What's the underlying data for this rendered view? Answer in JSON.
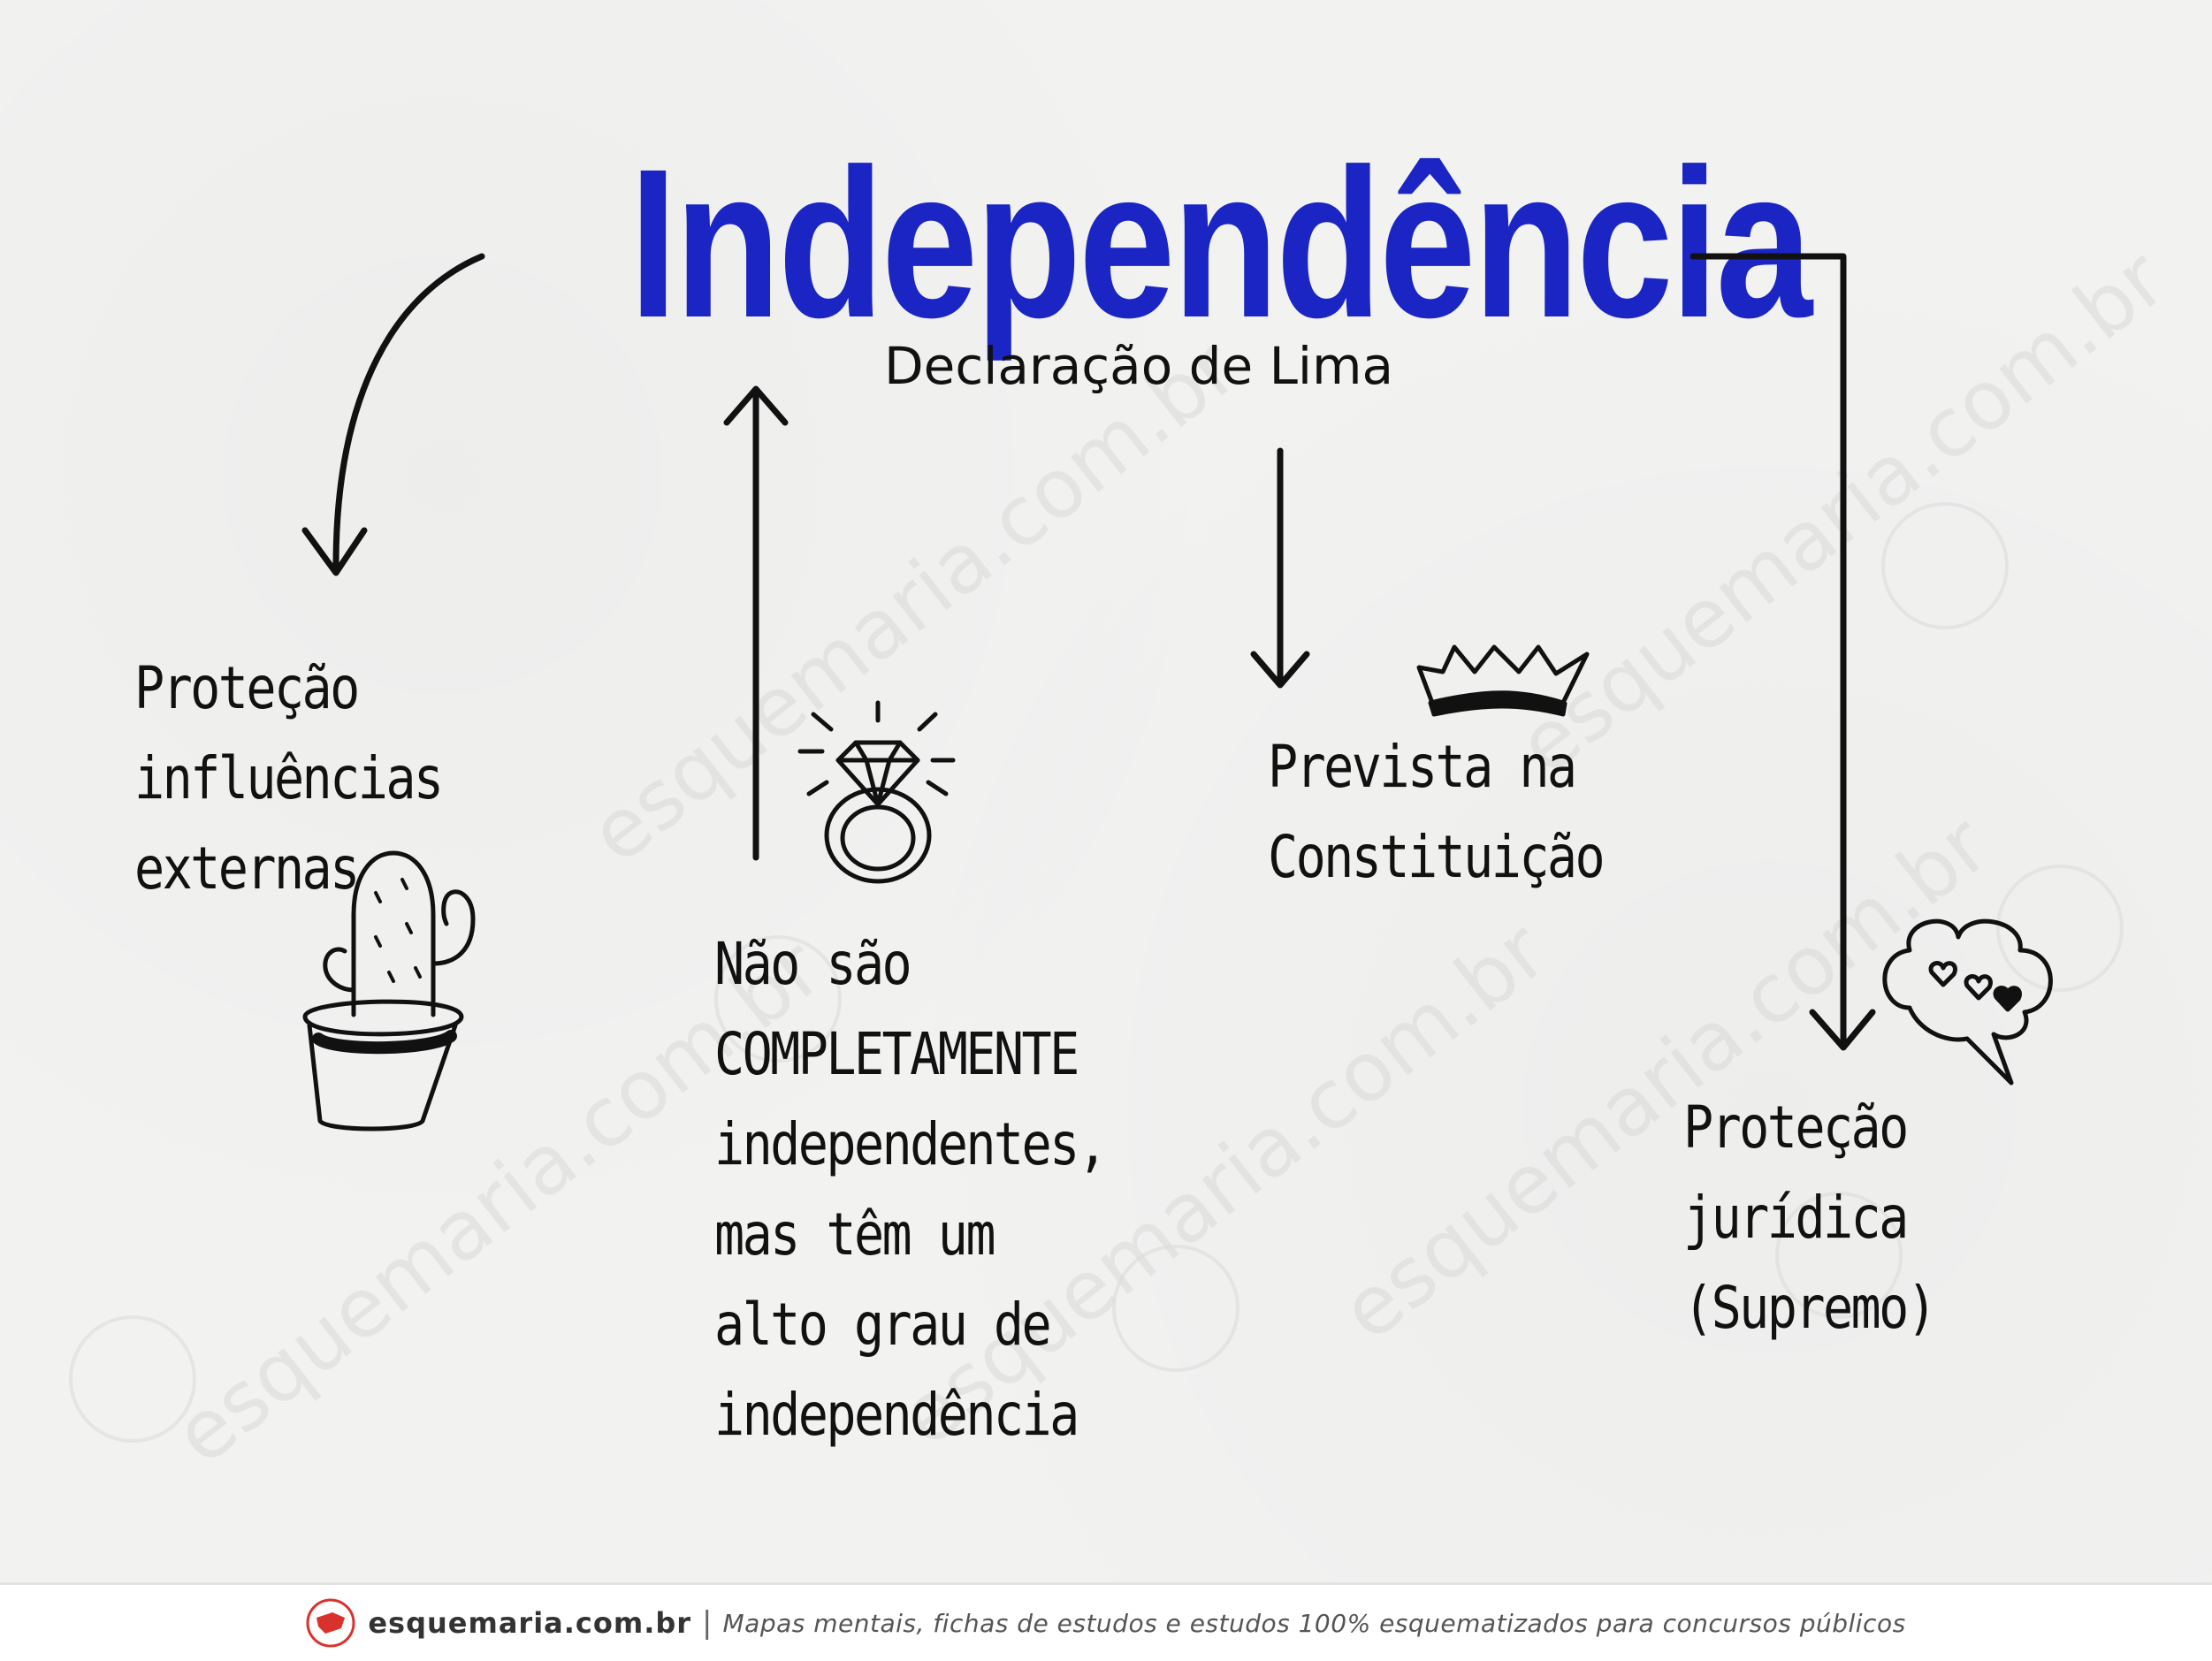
{
  "title": "Independência",
  "subtitle": "Declaração de Lima",
  "notes": {
    "protecao_influencias": [
      "Proteção",
      "influências",
      "externas"
    ],
    "nao_sao": [
      "Não são",
      "COMPLETAMENTE",
      "independentes,",
      "mas têm um",
      "alto grau de",
      "independência"
    ],
    "prevista": [
      "Prevista na",
      "Constituição"
    ],
    "protecao_juridica": [
      "Proteção",
      "jurídica",
      "(Supremo)"
    ]
  },
  "watermark": "esquemaria.com.br",
  "icons": [
    "cactus-icon",
    "diamond-ring-icon",
    "crown-icon",
    "heart-speech-bubble-icon",
    "esquemaria-logo-icon"
  ],
  "footer": {
    "brand": "esquemaria.com.br",
    "separator": "|",
    "tagline": "Mapas mentais, fichas de estudos e estudos 100% esquematizados para concursos públicos"
  },
  "colors": {
    "title": "#1a25c4",
    "ink": "#111111",
    "logo": "#d9322c"
  }
}
